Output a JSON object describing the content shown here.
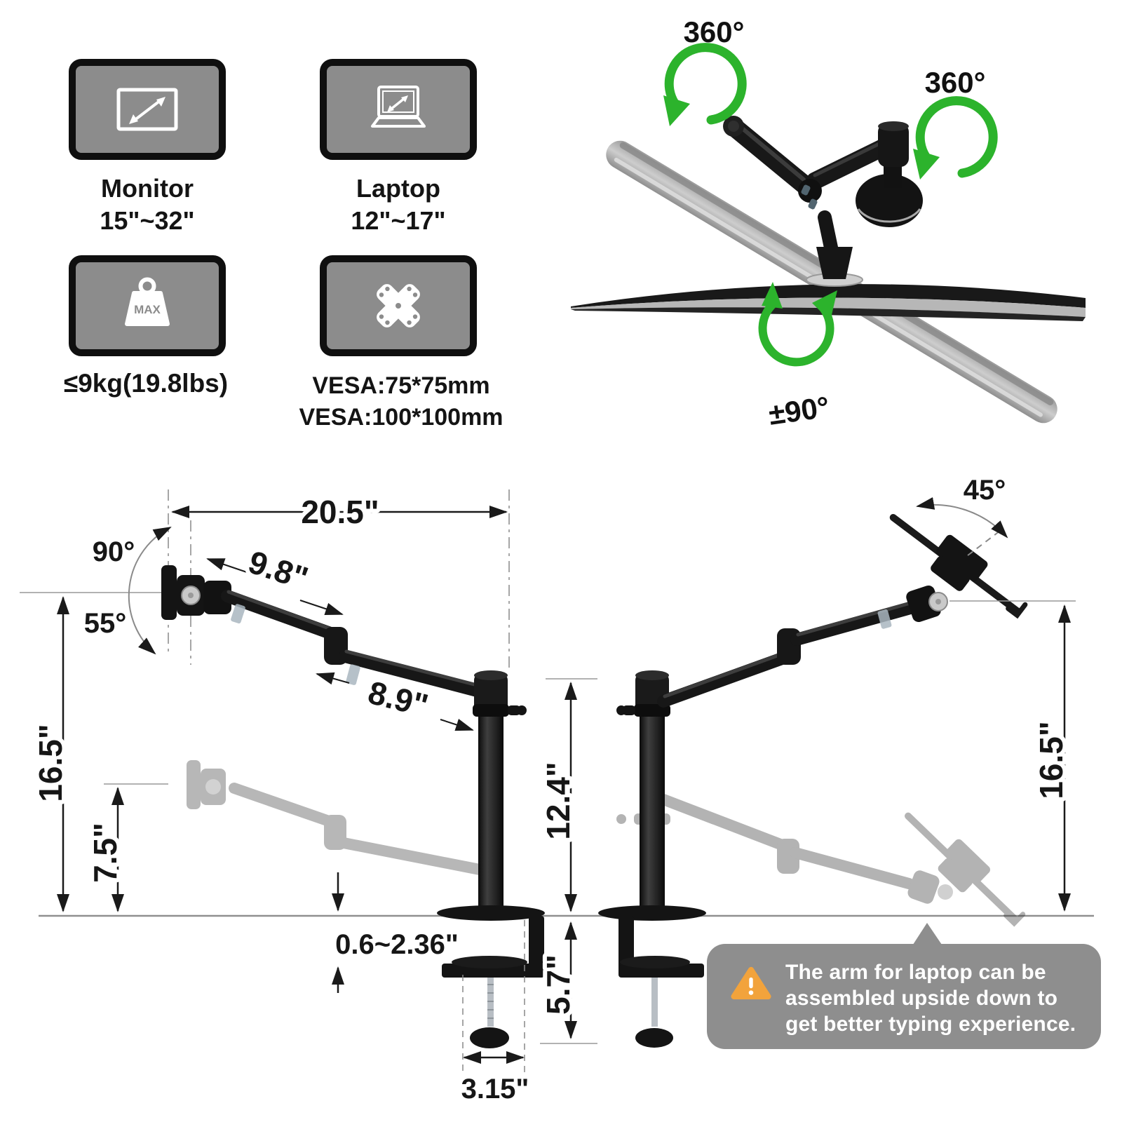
{
  "badges": {
    "monitor": {
      "name": "Monitor",
      "range": "15\"~32\""
    },
    "laptop": {
      "name": "Laptop",
      "range": "12\"~17\""
    },
    "weight": {
      "max_label": "MAX",
      "caption": "≤9kg(19.8lbs)"
    },
    "vesa": {
      "caption_line1": "VESA:75*75mm",
      "caption_line2": "VESA:100*100mm"
    }
  },
  "product": {
    "arm_rotation": "360°",
    "pole_rotation": "360°",
    "screen_rotation": "±90°"
  },
  "left_diagram": {
    "arm_reach": "20.5\"",
    "tilt_up": "90°",
    "tilt_down": "55°",
    "upper_arm_length": "9.8\"",
    "lower_arm_length": "8.9\"",
    "max_height": "16.5\"",
    "min_height": "7.5\"",
    "pole_height": "12.4\"",
    "desk_thickness": "0.6~2.36\"",
    "clamp_depth": "5.7\"",
    "clamp_width": "3.15\""
  },
  "right_diagram": {
    "tray_tilt": "45°",
    "max_height": "16.5\""
  },
  "note": {
    "line1": "The arm for laptop can be",
    "line2": "assembled upside down to",
    "line3": "get better typing experience."
  },
  "colors": {
    "accent_green": "#2cb32c",
    "badge_gray": "#8c8c8c",
    "note_gray": "#8e8e8e",
    "warning_orange": "#f2a33c"
  }
}
